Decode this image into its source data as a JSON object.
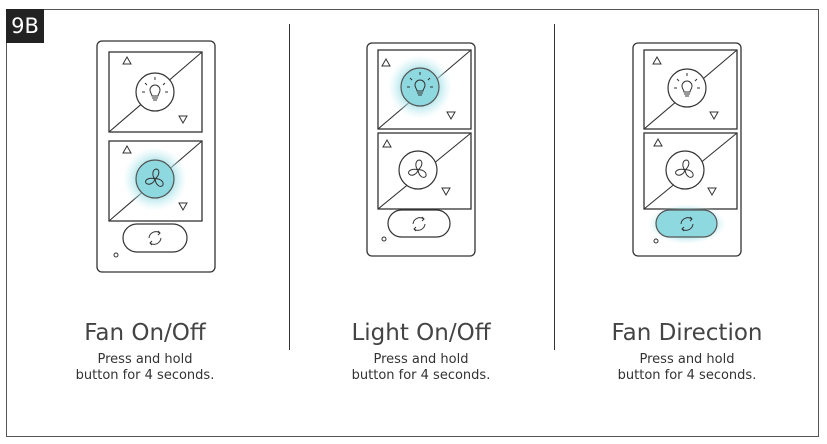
{
  "badge": "9B",
  "panels": [
    {
      "title": "Fan On/Off",
      "line1": "Press and hold",
      "line2": "button for 4 seconds.",
      "highlight": "fan"
    },
    {
      "title": "Light On/Off",
      "line1": "Press and hold",
      "line2": "button for 4 seconds.",
      "highlight": "light"
    },
    {
      "title": "Fan Direction",
      "line1": "Press and hold",
      "line2": "button for 4 seconds.",
      "highlight": "reverse"
    }
  ],
  "colors": {
    "glow": "#7fd3dc",
    "line": "#333333"
  }
}
